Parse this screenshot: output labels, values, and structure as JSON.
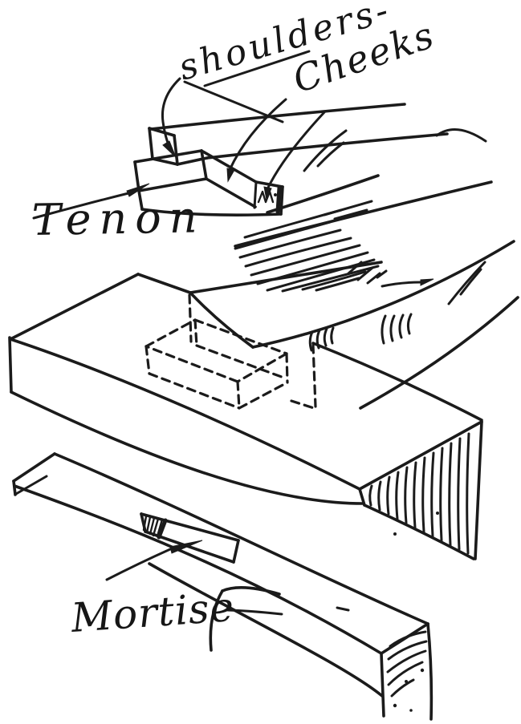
{
  "illustration": {
    "ink_color": "#1b1b1b",
    "paper_color": "#ffffff",
    "labels": {
      "shoulders": "shoulders-",
      "cheeks": "Cheeks",
      "tenon": "Tenon",
      "mortise": "Mortise"
    },
    "leader_arrows": [
      {
        "from_label": "shoulders",
        "points_to": "shoulder step at base of tenon"
      },
      {
        "from_label": "cheeks",
        "points_to": "side faces of the tenon"
      },
      {
        "from_label": "tenon",
        "points_to": "projecting tenon tongue"
      },
      {
        "from_label": "mortise",
        "points_to": "rectangular mortise hole in lower rail"
      }
    ]
  }
}
